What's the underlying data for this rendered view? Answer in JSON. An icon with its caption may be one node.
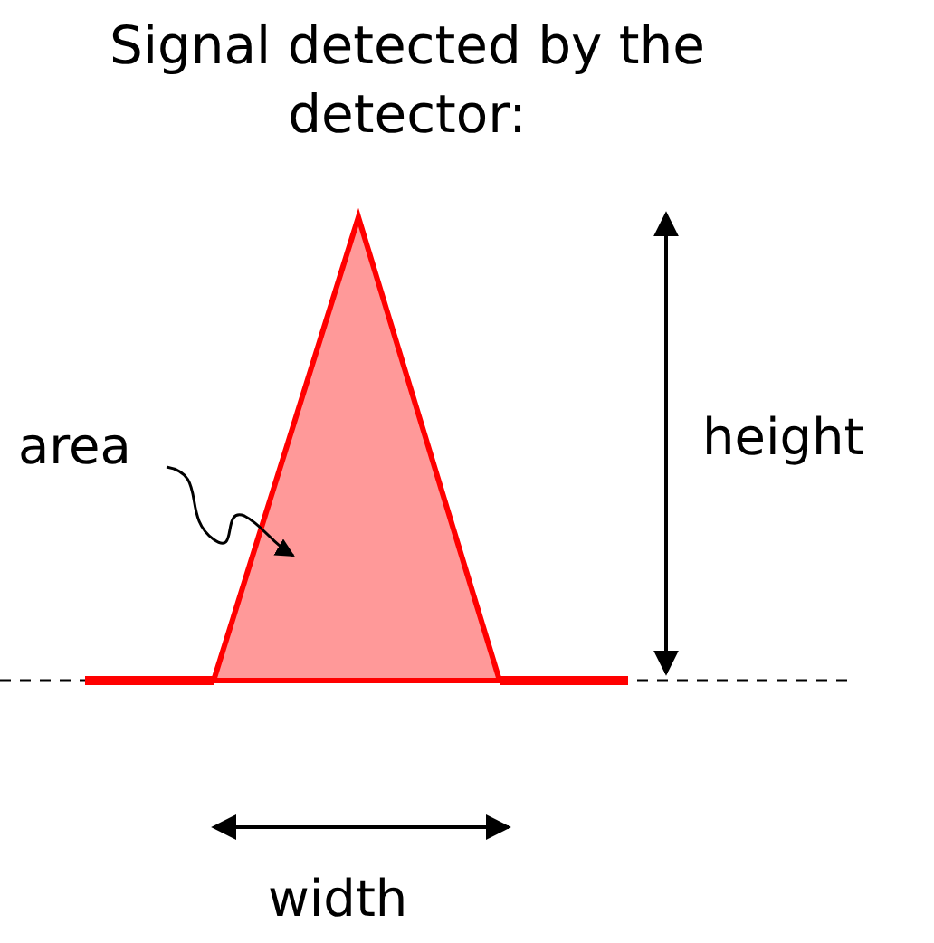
{
  "diagram": {
    "title": "Signal detected by the detector:",
    "nodes": [
      {
        "text": [
          "area"
        ]
      },
      {
        "text": [],
        "shape": "triangle"
      }
    ],
    "edges": [
      {
        "from": 0,
        "to": 1,
        "arrow": "to"
      }
    ],
    "labels": [
      "height",
      "width"
    ]
  }
}
